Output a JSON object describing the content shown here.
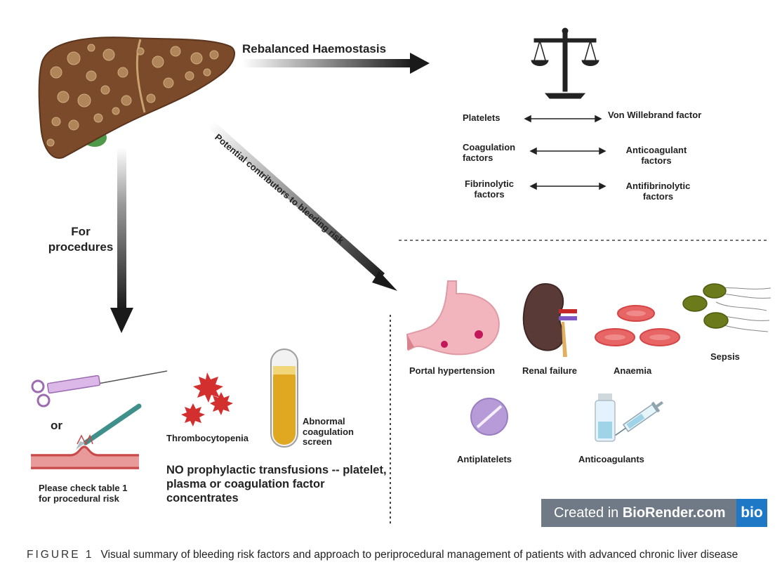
{
  "top_arrow_label": "Rebalanced Haemostasis",
  "diagonal_arrow_label": "Potential contributors to bleeding risk",
  "down_arrow_label": "For procedures",
  "balance_pairs": [
    {
      "left": "Platelets",
      "right": "Von Willebrand factor"
    },
    {
      "left": "Coagulation factors",
      "right": "Anticoagulant factors"
    },
    {
      "left": "Fibrinolytic factors",
      "right": "Antifibrinolytic factors"
    }
  ],
  "contributors": [
    {
      "label": "Portal hypertension",
      "icon": "stomach-icon"
    },
    {
      "label": "Renal failure",
      "icon": "kidney-icon"
    },
    {
      "label": "Anaemia",
      "icon": "red-blood-cells-icon"
    },
    {
      "label": "Sepsis",
      "icon": "bacteria-icon"
    },
    {
      "label": "Antiplatelets",
      "icon": "pill-icon"
    },
    {
      "label": "Anticoagulants",
      "icon": "vial-syringe-icon"
    }
  ],
  "procedure": {
    "or_label": "or",
    "note": "Please check table 1 for procedural risk",
    "thrombocytopenia": "Thrombocytopenia",
    "abnormal_screen": "Abnormal coagulation screen",
    "no_transfusion": "NO prophylactic transfusions -- platelet, plasma or coagulation factor concentrates"
  },
  "watermark": {
    "prefix": "Created in ",
    "brand": "BioRender.com",
    "logo": "bio",
    "color": "#1f78c6"
  },
  "caption": {
    "label": "FIGURE 1",
    "text": "Visual summary of bleeding risk factors and approach to periprocedural management of patients with advanced chronic liver disease"
  },
  "colors": {
    "liver": "#7a4a2a",
    "arrow": "#1a1a1a",
    "blood": "#e05a5a",
    "platelet": "#d32f2f",
    "tube": "#e0a820",
    "pill": "#b79bd8"
  }
}
